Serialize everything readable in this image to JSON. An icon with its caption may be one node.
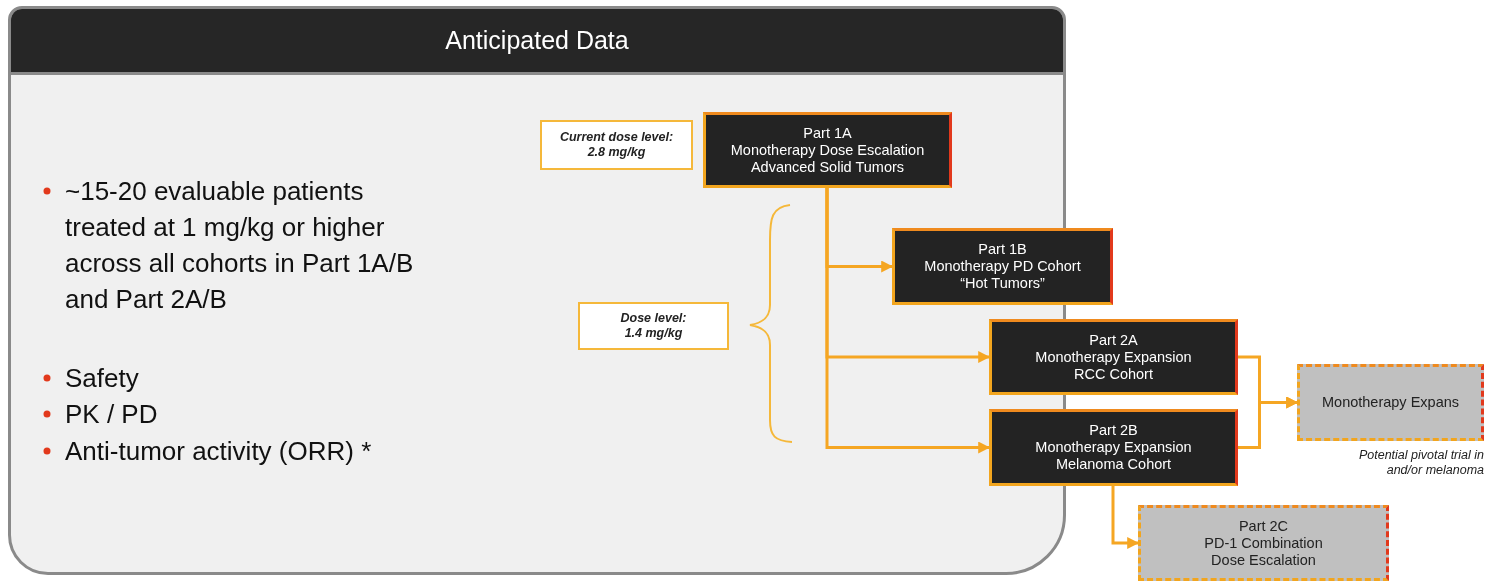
{
  "diagram": {
    "title": "Anticipated Data",
    "nodes": [
      {
        "text": [
          "Current dose level: 2.8 mg/kg"
        ]
      },
      {
        "text": [
          "Part 1A",
          "Monotherapy Dose Escalation",
          "Advanced Solid Tumors"
        ]
      },
      {
        "text": [
          "Dose level: 1.4 mg/kg"
        ]
      },
      {
        "text": [
          "Part 1B",
          "Monotherapy PD Cohort",
          "“Hot Tumors”"
        ]
      },
      {
        "text": [
          "Part 2A",
          "Monotherapy Expansion",
          "RCC Cohort"
        ]
      },
      {
        "text": [
          "Part 2B",
          "Monotherapy Expansion",
          "Melanoma Cohort"
        ]
      },
      {
        "text": [
          "Monotherapy Expans"
        ],
        "beside": [
          "Potential pivotal trial in and/or melanoma"
        ]
      },
      {
        "text": [
          "Part 2C",
          "PD-1 Combination",
          "Dose Escalation"
        ]
      }
    ],
    "edges": [
      {
        "from": 1,
        "to": 3,
        "arrow": "to"
      },
      {
        "from": 1,
        "to": 4,
        "arrow": "to"
      },
      {
        "from": 1,
        "to": 5,
        "arrow": "to"
      },
      {
        "from": 4,
        "to": 6,
        "arrow": "to"
      },
      {
        "from": 5,
        "to": 6,
        "arrow": "to"
      },
      {
        "from": 5,
        "to": 7,
        "arrow": "to"
      }
    ],
    "labels": [
      "~15-20 evaluable patients treated at 1 mg/kg or higher across all cohorts in Part 1A/B and Part 2A/B",
      "Safety",
      "PK / PD",
      "Anti-tumor activity (ORR) *"
    ]
  }
}
